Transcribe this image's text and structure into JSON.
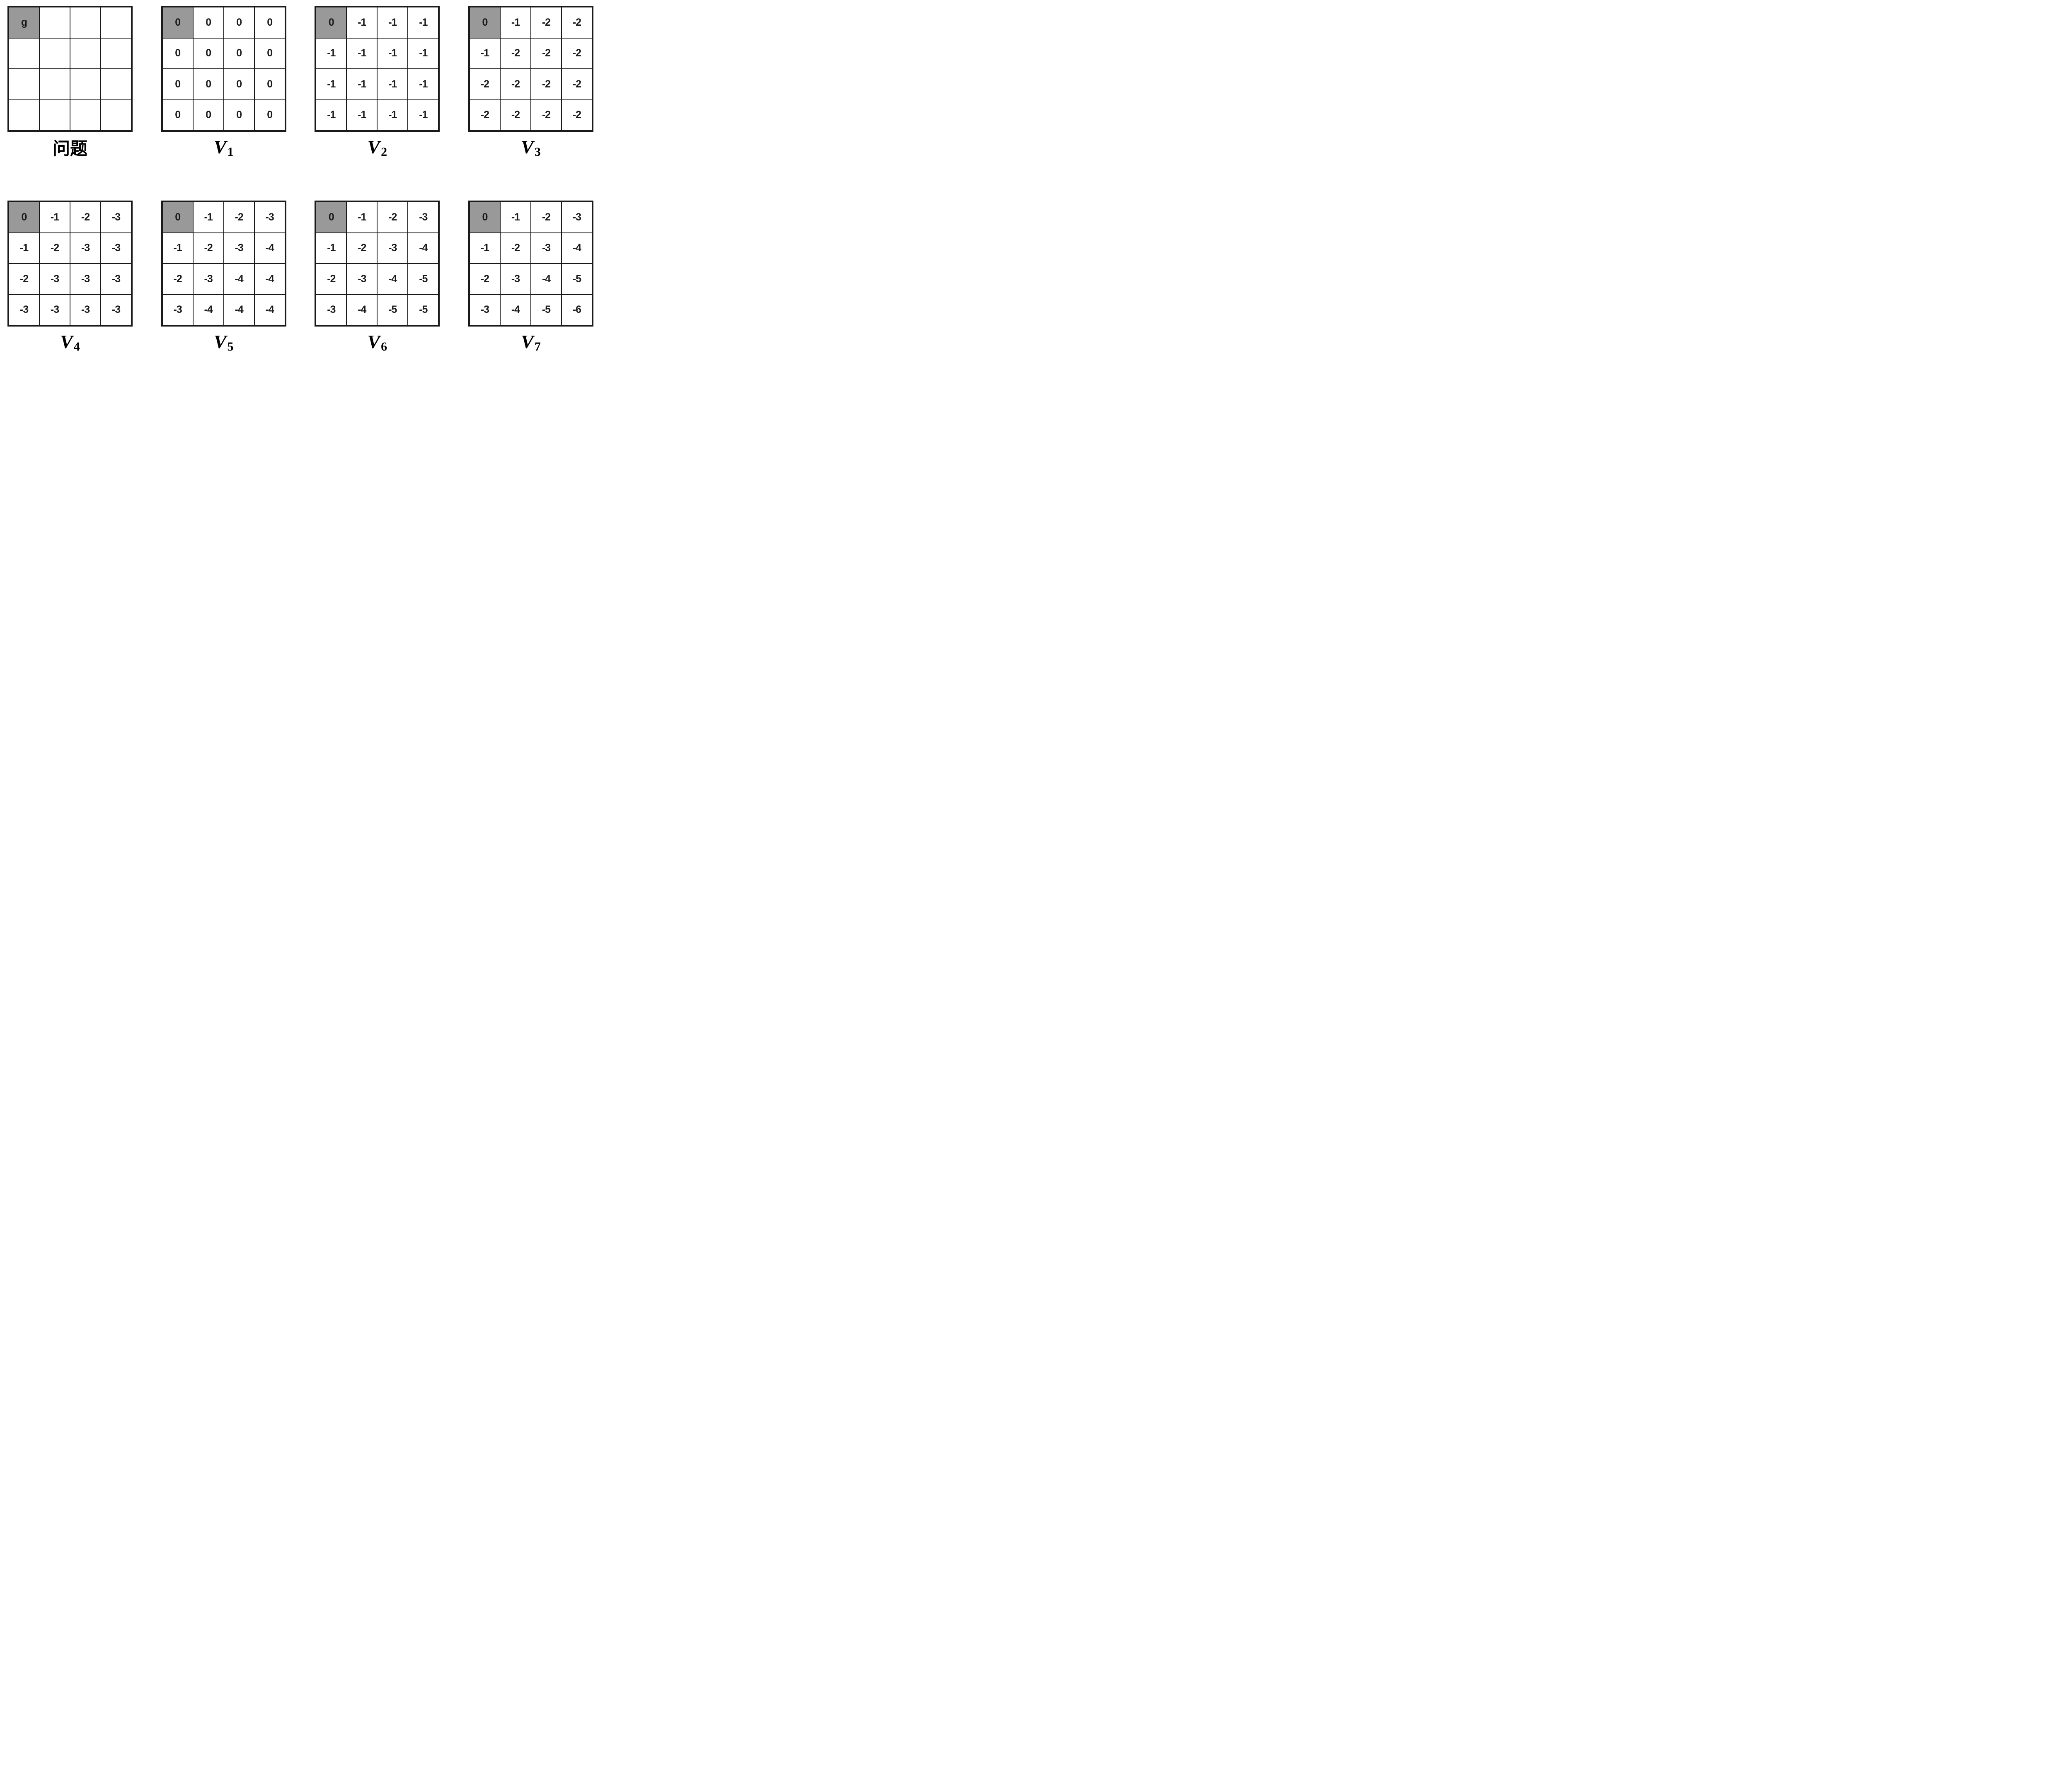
{
  "figure": {
    "background": "#ffffff",
    "grid_line_color": "#1a1a1a",
    "text_color": "#1a1a1a",
    "goal_cell_color": "#999999",
    "goal_cell_symbol": "g"
  },
  "rows": [
    [
      "problem",
      "v1",
      "v2",
      "v3"
    ],
    [
      "v4",
      "v5",
      "v6",
      "v7"
    ]
  ],
  "panels": [
    {
      "name": "problem",
      "label": "问题",
      "label_style": "cjk",
      "highlight_cell": [
        0,
        0
      ],
      "cells": [
        [
          "g",
          "",
          "",
          ""
        ],
        [
          "",
          "",
          "",
          ""
        ],
        [
          "",
          "",
          "",
          ""
        ],
        [
          "",
          "",
          "",
          ""
        ]
      ]
    },
    {
      "name": "v1",
      "label": "V",
      "label_sub": "1",
      "label_style": "math",
      "highlight_cell": [
        0,
        0
      ],
      "cells": [
        [
          "0",
          "0",
          "0",
          "0"
        ],
        [
          "0",
          "0",
          "0",
          "0"
        ],
        [
          "0",
          "0",
          "0",
          "0"
        ],
        [
          "0",
          "0",
          "0",
          "0"
        ]
      ]
    },
    {
      "name": "v2",
      "label": "V",
      "label_sub": "2",
      "label_style": "math",
      "highlight_cell": [
        0,
        0
      ],
      "cells": [
        [
          "0",
          "-1",
          "-1",
          "-1"
        ],
        [
          "-1",
          "-1",
          "-1",
          "-1"
        ],
        [
          "-1",
          "-1",
          "-1",
          "-1"
        ],
        [
          "-1",
          "-1",
          "-1",
          "-1"
        ]
      ]
    },
    {
      "name": "v3",
      "label": "V",
      "label_sub": "3",
      "label_style": "math",
      "highlight_cell": [
        0,
        0
      ],
      "cells": [
        [
          "0",
          "-1",
          "-2",
          "-2"
        ],
        [
          "-1",
          "-2",
          "-2",
          "-2"
        ],
        [
          "-2",
          "-2",
          "-2",
          "-2"
        ],
        [
          "-2",
          "-2",
          "-2",
          "-2"
        ]
      ]
    },
    {
      "name": "v4",
      "label": "V",
      "label_sub": "4",
      "label_style": "math",
      "highlight_cell": [
        0,
        0
      ],
      "cells": [
        [
          "0",
          "-1",
          "-2",
          "-3"
        ],
        [
          "-1",
          "-2",
          "-3",
          "-3"
        ],
        [
          "-2",
          "-3",
          "-3",
          "-3"
        ],
        [
          "-3",
          "-3",
          "-3",
          "-3"
        ]
      ]
    },
    {
      "name": "v5",
      "label": "V",
      "label_sub": "5",
      "label_style": "math",
      "highlight_cell": [
        0,
        0
      ],
      "cells": [
        [
          "0",
          "-1",
          "-2",
          "-3"
        ],
        [
          "-1",
          "-2",
          "-3",
          "-4"
        ],
        [
          "-2",
          "-3",
          "-4",
          "-4"
        ],
        [
          "-3",
          "-4",
          "-4",
          "-4"
        ]
      ]
    },
    {
      "name": "v6",
      "label": "V",
      "label_sub": "6",
      "label_style": "math",
      "highlight_cell": [
        0,
        0
      ],
      "cells": [
        [
          "0",
          "-1",
          "-2",
          "-3"
        ],
        [
          "-1",
          "-2",
          "-3",
          "-4"
        ],
        [
          "-2",
          "-3",
          "-4",
          "-5"
        ],
        [
          "-3",
          "-4",
          "-5",
          "-5"
        ]
      ]
    },
    {
      "name": "v7",
      "label": "V",
      "label_sub": "7",
      "label_style": "math",
      "highlight_cell": [
        0,
        0
      ],
      "cells": [
        [
          "0",
          "-1",
          "-2",
          "-3"
        ],
        [
          "-1",
          "-2",
          "-3",
          "-4"
        ],
        [
          "-2",
          "-3",
          "-4",
          "-5"
        ],
        [
          "-3",
          "-4",
          "-5",
          "-6"
        ]
      ]
    }
  ]
}
